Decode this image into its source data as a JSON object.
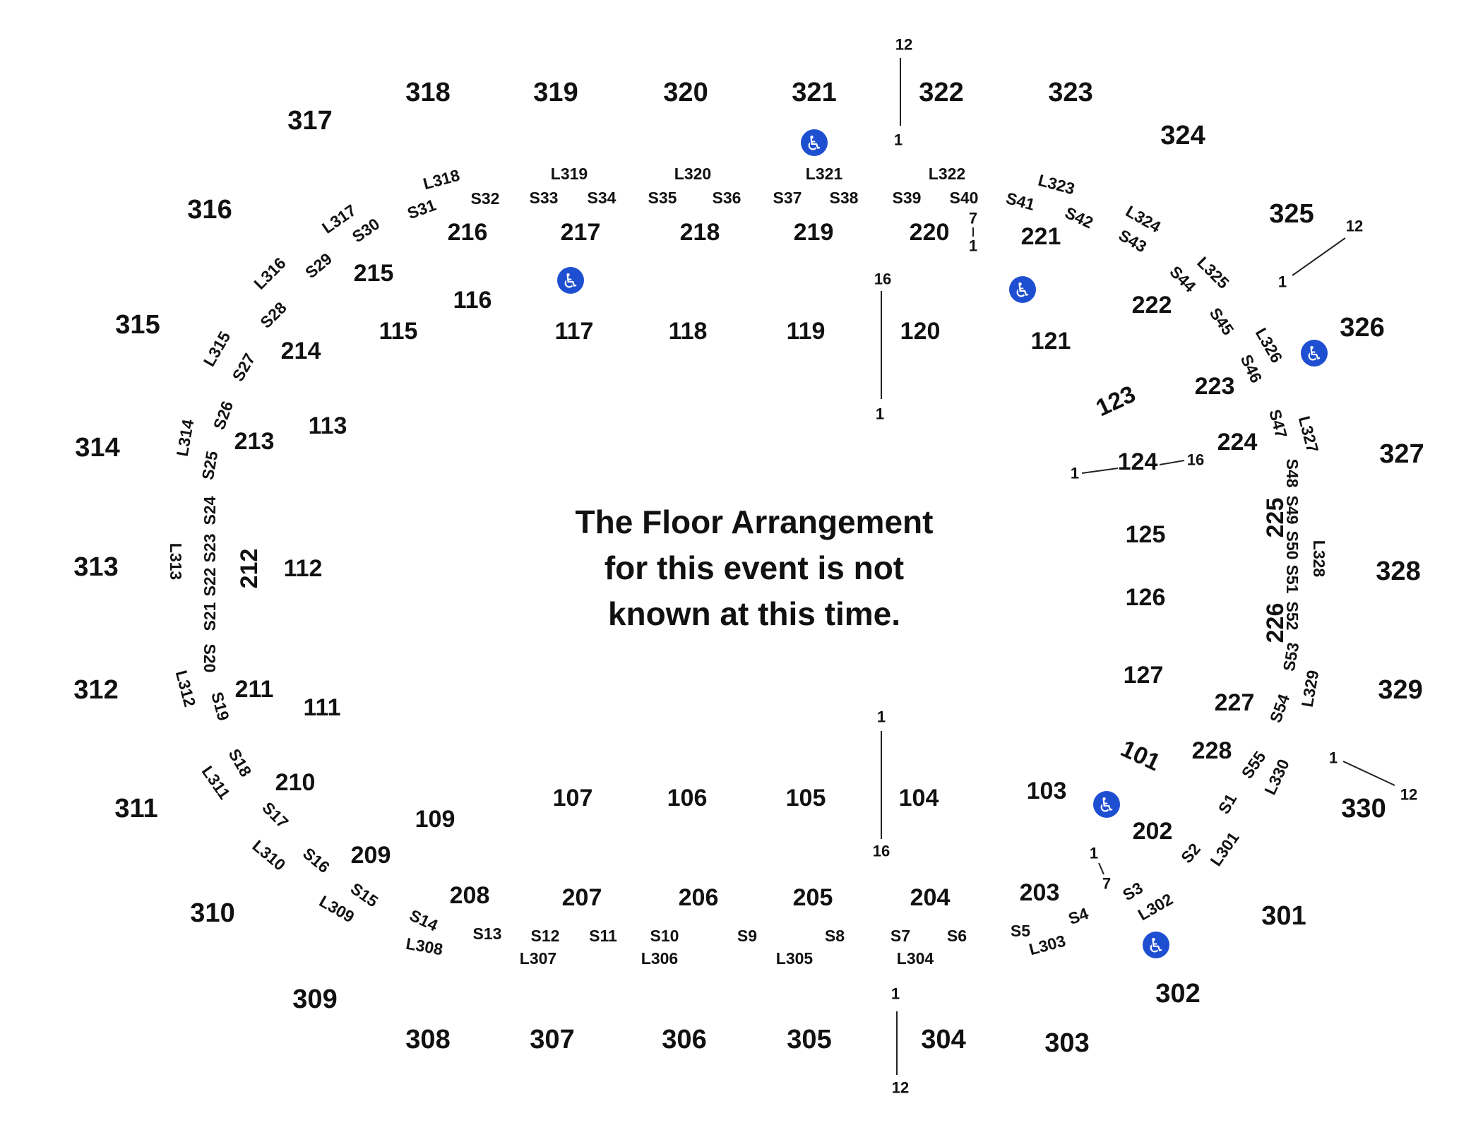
{
  "notice": {
    "lines": [
      "The Floor Arrangement",
      "for this event is not",
      "known at this time."
    ]
  },
  "colors": {
    "text": "#111111",
    "accessible": "#1f4fd1",
    "background": "#ffffff"
  },
  "icons": {
    "accessible": "wheelchair-icon"
  },
  "upper_sections": [
    "301",
    "302",
    "303",
    "304",
    "305",
    "306",
    "307",
    "308",
    "309",
    "310",
    "311",
    "312",
    "313",
    "314",
    "315",
    "316",
    "317",
    "318",
    "319",
    "320",
    "321",
    "322",
    "323",
    "324",
    "325",
    "326",
    "327",
    "328",
    "329",
    "330"
  ],
  "club_sections": [
    "202",
    "203",
    "204",
    "205",
    "206",
    "207",
    "208",
    "209",
    "210",
    "211",
    "212",
    "213",
    "214",
    "215",
    "216",
    "217",
    "218",
    "219",
    "220",
    "221",
    "222",
    "223",
    "224",
    "225",
    "226",
    "227",
    "228"
  ],
  "lower_sections": [
    "101",
    "103",
    "104",
    "105",
    "106",
    "107",
    "109",
    "111",
    "112",
    "113",
    "115",
    "116",
    "117",
    "118",
    "119",
    "120",
    "121",
    "123",
    "124",
    "125",
    "126",
    "127"
  ],
  "suites": [
    "S1",
    "S2",
    "S3",
    "S4",
    "S5",
    "S6",
    "S7",
    "S8",
    "S9",
    "S10",
    "S11",
    "S12",
    "S13",
    "S14",
    "S15",
    "S16",
    "S17",
    "S18",
    "S19",
    "S20",
    "S21",
    "S22",
    "S23",
    "S24",
    "S25",
    "S26",
    "S27",
    "S28",
    "S29",
    "S30",
    "S31",
    "S32",
    "S33",
    "S34",
    "S35",
    "S36",
    "S37",
    "S38",
    "S39",
    "S40",
    "S41",
    "S42",
    "S43",
    "S44",
    "S45",
    "S46",
    "S47",
    "S48",
    "S49",
    "S50",
    "S51",
    "S52",
    "S53",
    "S54",
    "S55"
  ],
  "loges": [
    "L301",
    "L302",
    "L303",
    "L304",
    "L305",
    "L306",
    "L307",
    "L308",
    "L309",
    "L310",
    "L311",
    "L312",
    "L313",
    "L314",
    "L315",
    "L316",
    "L317",
    "L318",
    "L319",
    "L320",
    "L321",
    "L322",
    "L323",
    "L324",
    "L325",
    "L326",
    "L327",
    "L328",
    "L329",
    "L330"
  ],
  "row_markers": {
    "top_upper": [
      "12",
      "1"
    ],
    "top_lower": [
      "16",
      "1"
    ],
    "top_club": [
      "7",
      "1"
    ],
    "right_upper": [
      "12",
      "1"
    ],
    "right_lower": [
      "1",
      "16"
    ],
    "right_upper_bottom": [
      "1",
      "12"
    ],
    "bottom_lower": [
      "1",
      "16"
    ],
    "bottom_club": [
      "1",
      "7"
    ],
    "bottom_upper": [
      "1",
      "12"
    ]
  }
}
